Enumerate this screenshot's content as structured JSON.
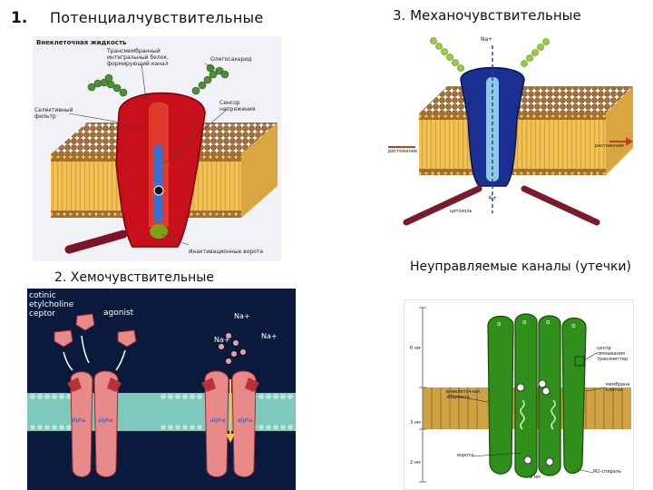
{
  "headings": {
    "number": "1.",
    "voltage_gated": "Потенциалчувствительные",
    "mechanosensitive": "3. Механочувствительные",
    "chemosensitive": "2. Хемочувствительные",
    "leak_channels": "Неуправляемые каналы (утечки)"
  },
  "panel1": {
    "labels": [
      "Внеклеточная жидкость",
      "Трансмембранный интегральный белок, формирующий канал",
      "Олигосахарид",
      "Селективный фильтр",
      "Сенсор напряжения",
      "Инактивационные ворота"
    ]
  },
  "panel2": {
    "labels": [
      "cotinic",
      "etylcholine",
      "ceptor",
      "agonist",
      "Na+",
      "Na+",
      "Na+",
      "alpha",
      "alpha",
      "alpha",
      "alpha"
    ]
  },
  "panel3": {
    "labels": [
      "Na+",
      "K+",
      "растяжение",
      "растяжение",
      "цитозоль"
    ]
  },
  "panel4": {
    "labels": [
      "б нм",
      "внеклеточная жидкость",
      "3 нм",
      "2 нм",
      "центр связывания транзмиттер",
      "мембрана клетки",
      "воротa",
      "2 нм",
      "М2-спираль",
      "α",
      "α",
      "α",
      "α"
    ]
  },
  "colors": {
    "membrane_head": "#b07a3a",
    "membrane_tail": "#e8b440",
    "channel_red": "#c8101a",
    "channel_blue": "#1a2f8f",
    "channel_green": "#2f8f1a",
    "chemo_receptor": "#e98a8a",
    "chemo_bg": "#0a1a3c"
  }
}
